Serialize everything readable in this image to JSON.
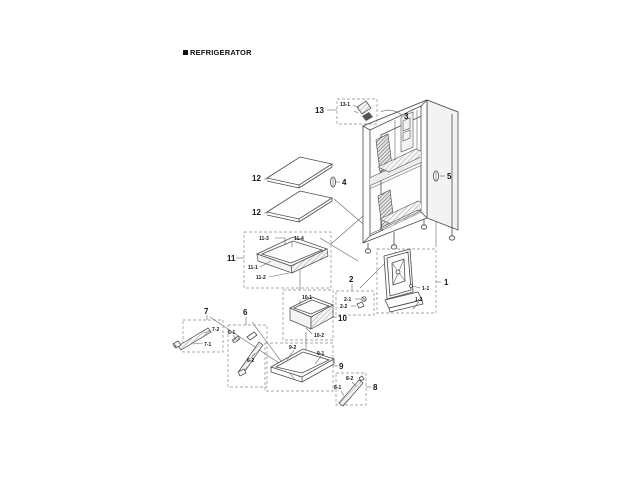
{
  "header": {
    "title": "REFRIGERATOR"
  },
  "diagram": {
    "callouts": {
      "c1": "1",
      "c1_1": "1-1",
      "c1_2": "1-2",
      "c2": "2",
      "c2_1": "2-1",
      "c2_2": "2-2",
      "c3": "3",
      "c4": "4",
      "c5": "5",
      "c6": "6",
      "c6_1": "6-1",
      "c6_2": "6-2",
      "c7": "7",
      "c7_1": "7-1",
      "c7_2": "7-2",
      "c8": "8",
      "c8_1": "8-1",
      "c8_2": "8-2",
      "c9": "9",
      "c9_1": "9-1",
      "c9_2": "9-2",
      "c10": "10",
      "c10_1": "10-1",
      "c10_2": "10-2",
      "c11": "11",
      "c11_1": "11-1",
      "c11_2": "11-2",
      "c11_3": "11-3",
      "c11_4": "11-4",
      "c12_upper": "12",
      "c12_lower": "12",
      "c13": "13",
      "c13_1": "13-1"
    }
  }
}
